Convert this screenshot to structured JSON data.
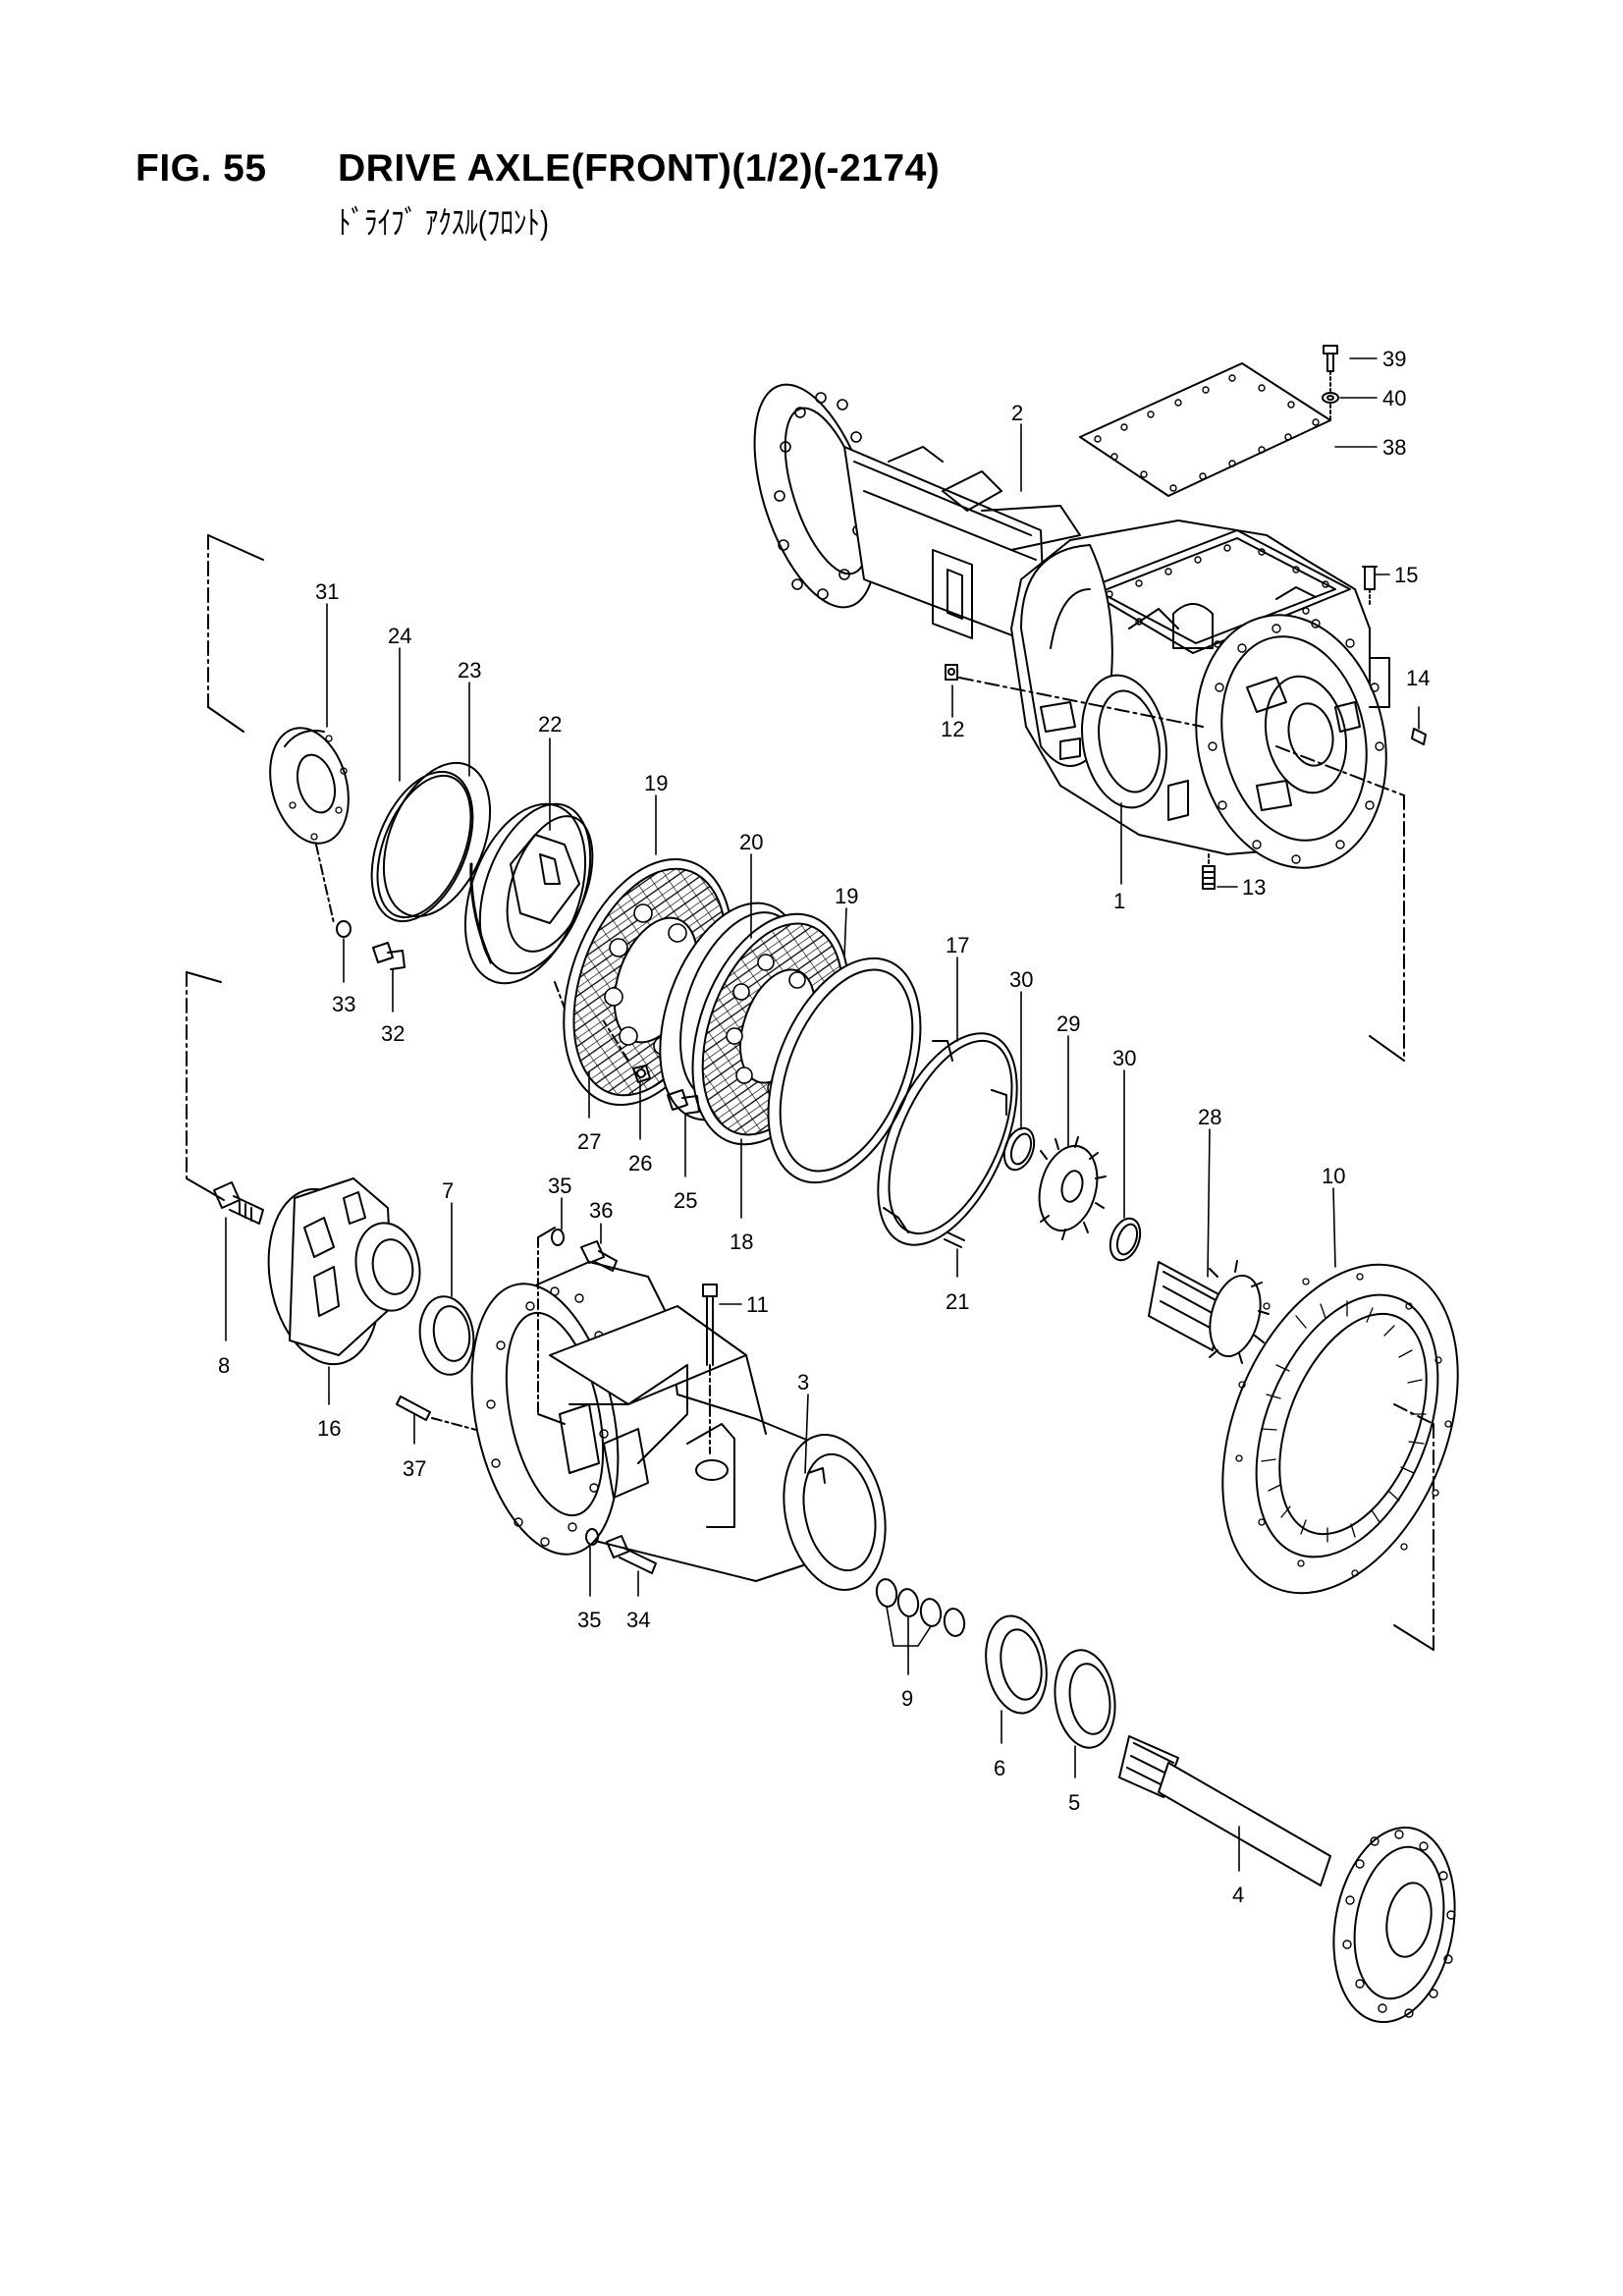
{
  "header": {
    "figure_number": "FIG. 55",
    "title": "DRIVE AXLE(FRONT)(1/2)(-2174)",
    "subtitle": "ﾄﾞﾗｲﾌﾞ ｱｸｽﾙ(ﾌﾛﾝﾄ)"
  },
  "callouts": {
    "p1": "1",
    "p2": "2",
    "p3": "3",
    "p4": "4",
    "p5": "5",
    "p6": "6",
    "p7": "7",
    "p8": "8",
    "p9": "9",
    "p10": "10",
    "p11": "11",
    "p12": "12",
    "p13": "13",
    "p14": "14",
    "p15": "15",
    "p16": "16",
    "p17": "17",
    "p18": "18",
    "p19a": "19",
    "p19b": "19",
    "p20": "20",
    "p21": "21",
    "p22": "22",
    "p23": "23",
    "p24": "24",
    "p25": "25",
    "p26": "26",
    "p27": "27",
    "p28": "28",
    "p29": "29",
    "p30a": "30",
    "p30b": "30",
    "p31": "31",
    "p32": "32",
    "p33": "33",
    "p34": "34",
    "p35a": "35",
    "p35b": "35",
    "p36": "36",
    "p37": "37",
    "p38": "38",
    "p39": "39",
    "p40": "40"
  }
}
